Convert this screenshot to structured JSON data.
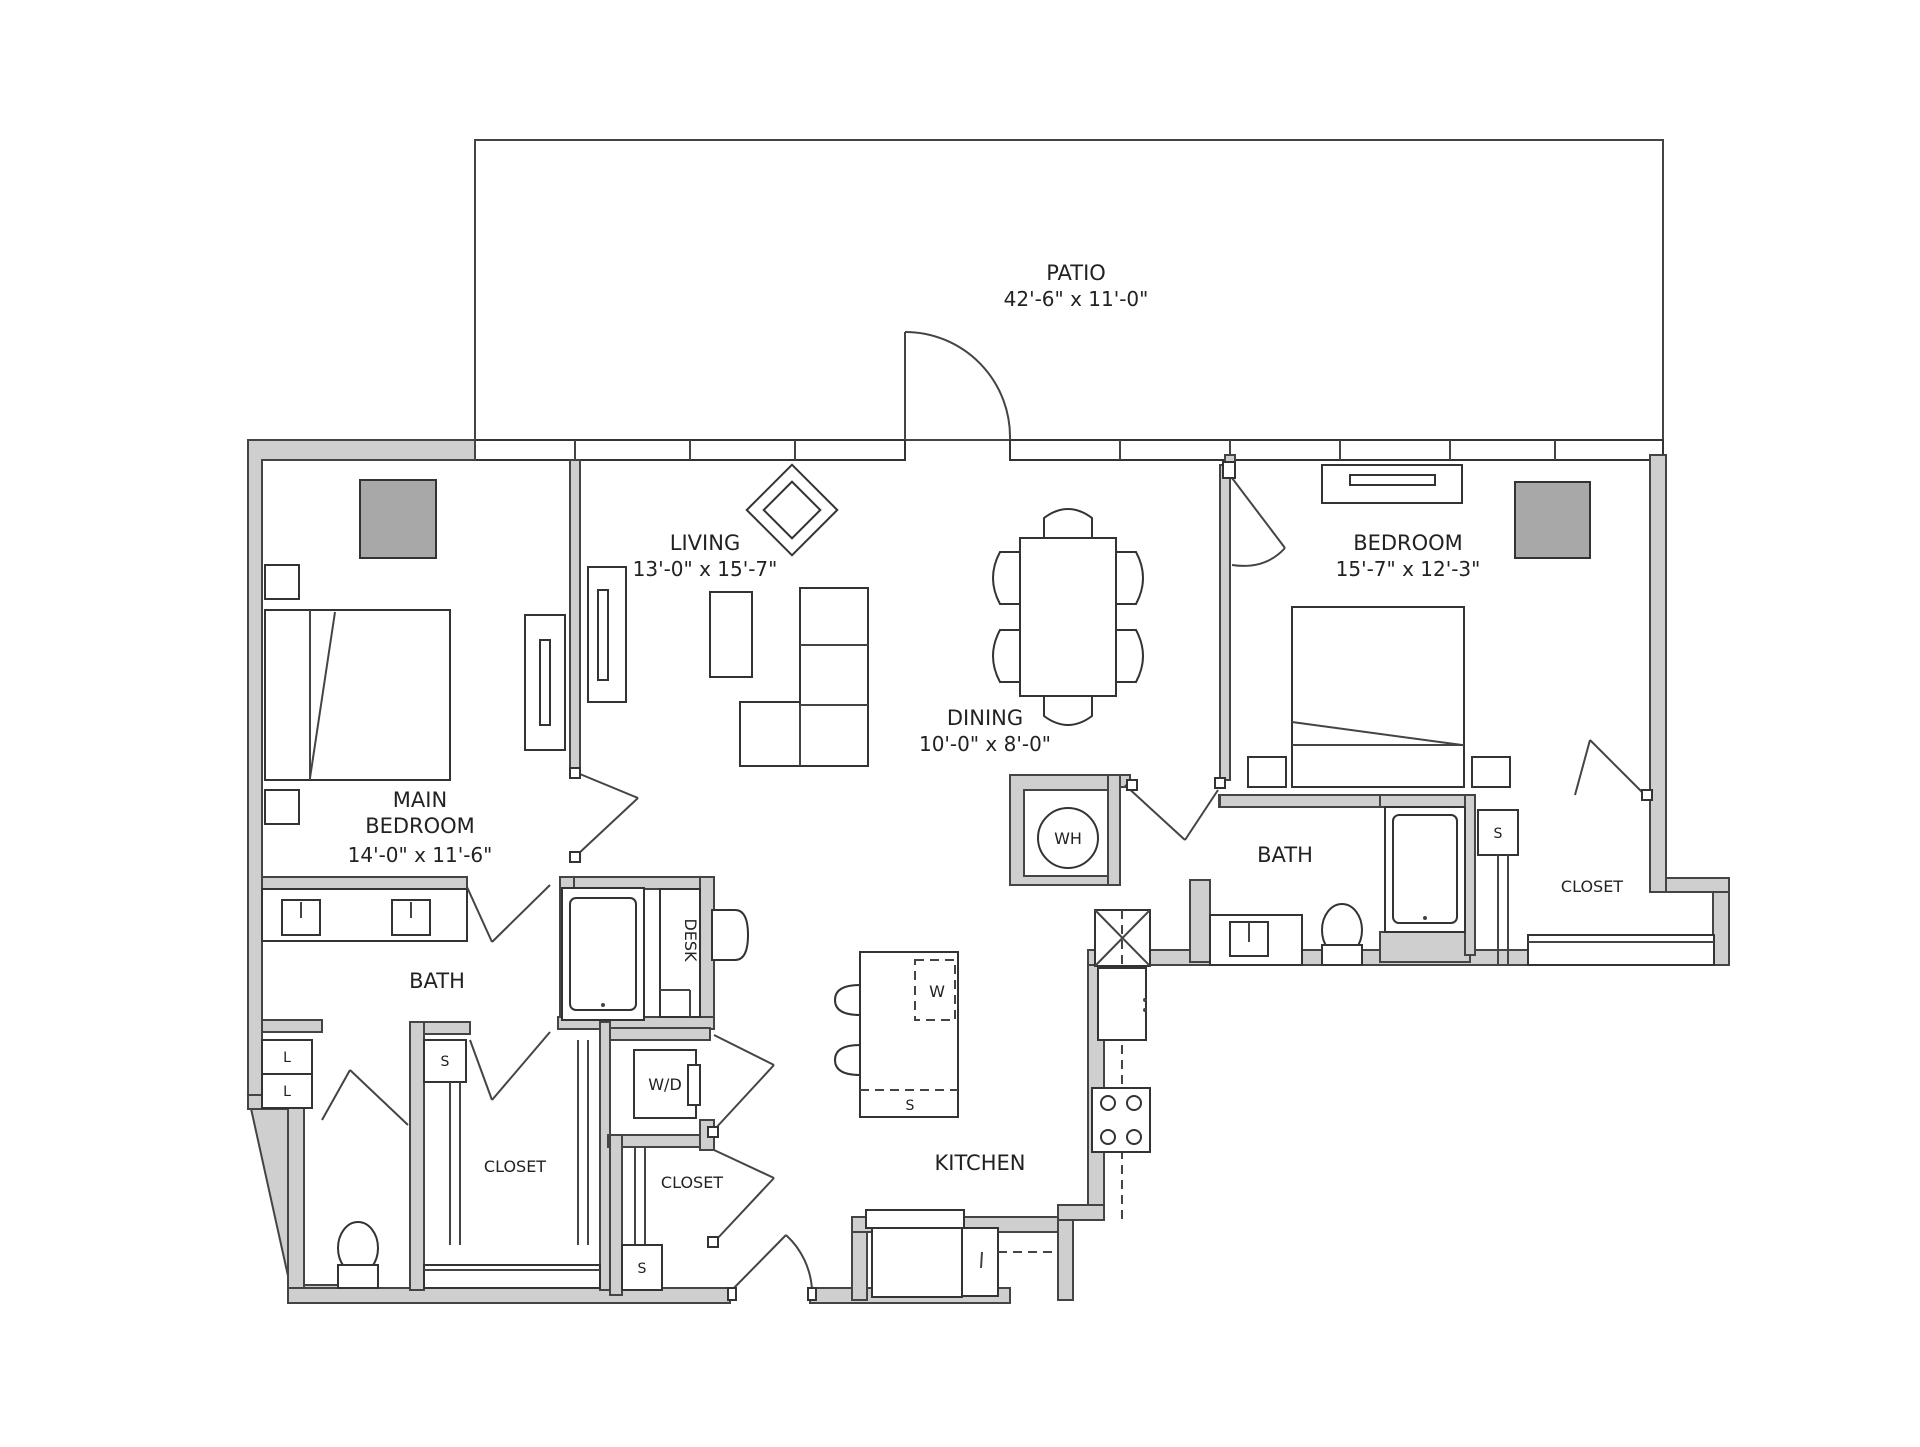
{
  "rooms": {
    "patio": {
      "name": "PATIO",
      "dims": "42'-6\" x 11'-0\""
    },
    "living": {
      "name": "LIVING",
      "dims": "13'-0\" x 15'-7\""
    },
    "dining": {
      "name": "DINING",
      "dims": "10'-0\" x 8'-0\""
    },
    "bedroom": {
      "name": "BEDROOM",
      "dims": "15'-7\" x 12'-3\""
    },
    "main_bedroom": {
      "name_line1": "MAIN",
      "name_line2": "BEDROOM",
      "dims": "14'-0\" x 11'-6\""
    },
    "bath_main": {
      "name": "BATH"
    },
    "bath_second": {
      "name": "BATH"
    },
    "closet_main": {
      "name": "CLOSET"
    },
    "closet_hall": {
      "name": "CLOSET"
    },
    "closet_bedroom": {
      "name": "CLOSET"
    },
    "kitchen": {
      "name": "KITCHEN"
    }
  },
  "fixtures": {
    "water_heater": "WH",
    "washer_dryer": "W/D",
    "desk": "DESK",
    "dishwasher": "W",
    "sink": "S",
    "shelf": "S",
    "linen": "L"
  },
  "colors": {
    "wall_fill": "#cfcfcf",
    "line": "#444444",
    "dark_fill": "#a8a8a8"
  }
}
